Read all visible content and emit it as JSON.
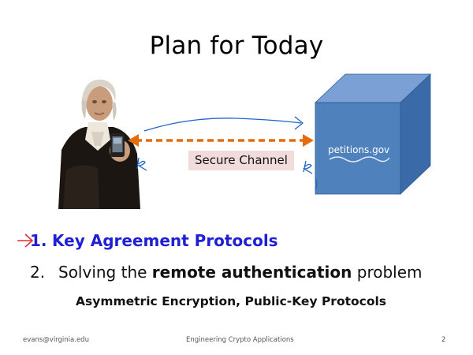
{
  "slide": {
    "title": "Plan for Today",
    "channel_label": "Secure Channel",
    "server_label": "petitions.gov",
    "list": {
      "item1_num": "1.",
      "item1_text": "Key Agreement Protocols",
      "item2_num": "2.",
      "item2_pre": "Solving the ",
      "item2_bold": "remote authentication",
      "item2_post": " problem",
      "sub_bold1": "Asymmetric Encryption",
      "sub_sep": ", ",
      "sub_bold2": "Public-Key Protocols"
    },
    "footer": {
      "email": "evans@virginia.edu",
      "course": "Engineering Crypto Applications",
      "page": "2"
    }
  },
  "colors": {
    "cube_front": "#4f81bd",
    "cube_top": "#7aa0d6",
    "cube_side": "#3a6aa8",
    "arrow_orange": "#e46c0a",
    "ink_blue": "#1f63c8",
    "marker_red": "#e03030",
    "highlight_blue": "#1f1fd6",
    "channel_bg": "#f2dcdb"
  },
  "icons": {
    "figure": "portrait-figure-holding-phone",
    "cube": "server-cube",
    "arrow": "double-headed-dashed-arrow",
    "marker": "hand-drawn-arrow-marker"
  }
}
